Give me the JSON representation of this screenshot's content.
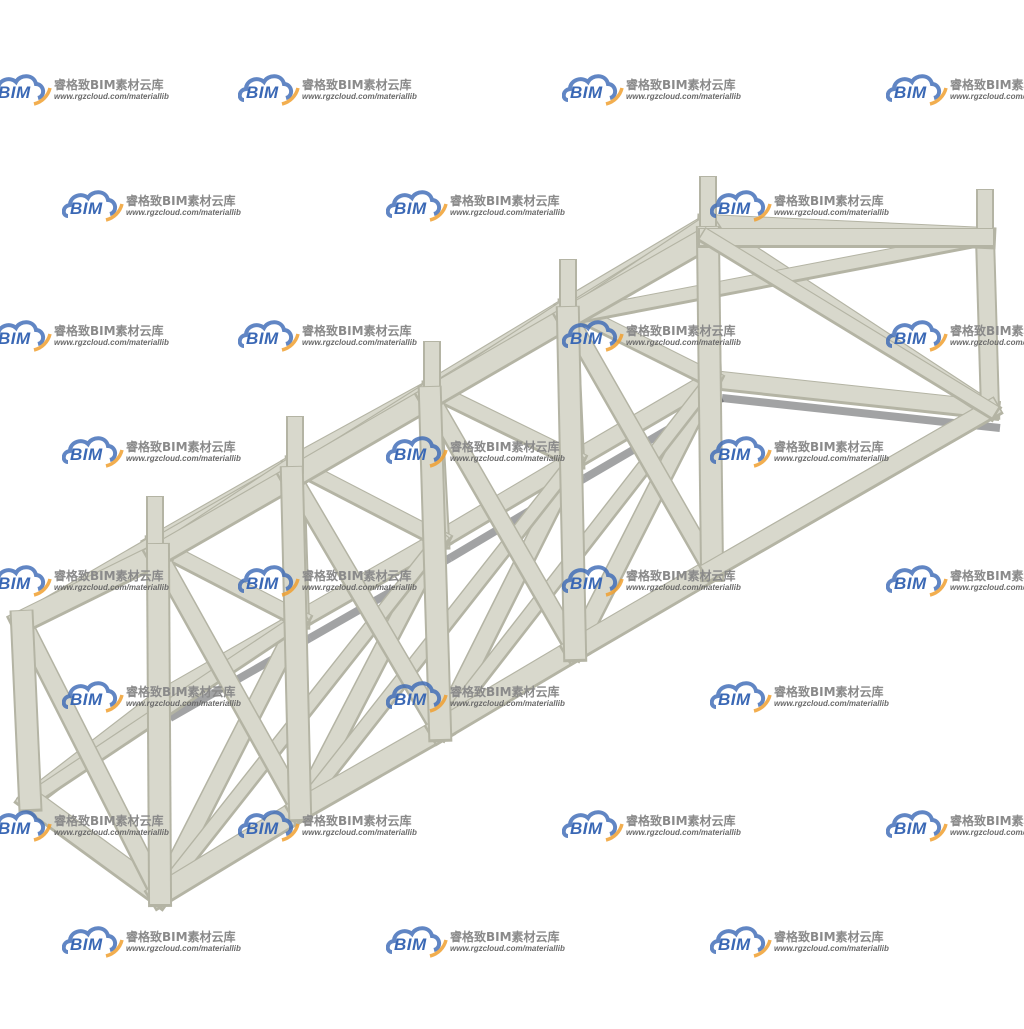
{
  "watermark": {
    "logo_text": "BIM",
    "name": "睿格致BIM素材云库",
    "url": "www.rgzcloud.com/materiallib",
    "colors": {
      "cloud_blue": "#3a68b5",
      "cloud_orange": "#f0a030",
      "text_gray": "#8a8a8a"
    }
  },
  "model": {
    "subject": "steel truss segment",
    "bays": 5,
    "colors": {
      "member_face": "#d8d8cc",
      "member_edge": "#b4b4a4",
      "shadow": "#55585a",
      "background": "#ffffff"
    }
  }
}
